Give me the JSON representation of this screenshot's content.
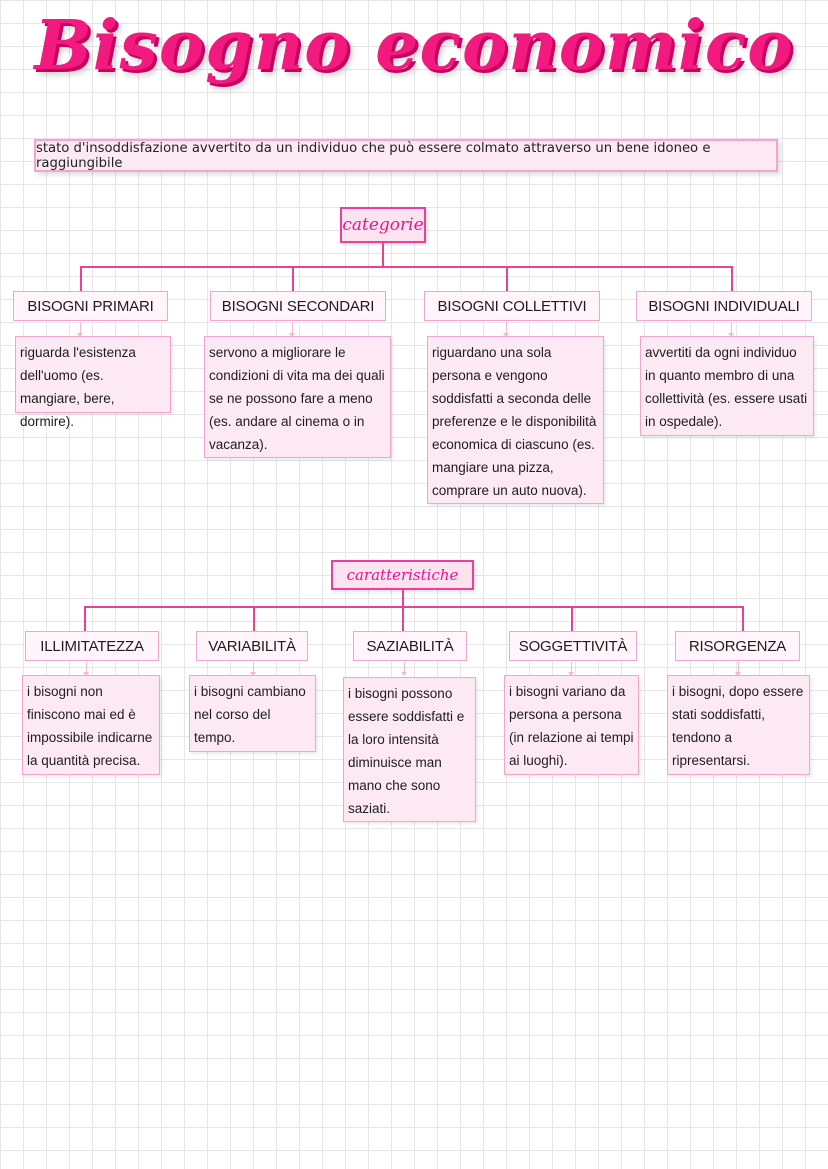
{
  "title": "Bisogno economico",
  "definition": "stato d'insoddisfazione avvertito da un individuo che può essere colmato attraverso un bene idoneo e raggiungibile",
  "categorie": {
    "label": "categorie",
    "items": [
      {
        "heading": "BISOGNI PRIMARI",
        "text": "riguarda l'esistenza dell'uomo (es. mangiare, bere, dormire)."
      },
      {
        "heading": "BISOGNI SECONDARI",
        "text": "servono a migliorare le condizioni di vita ma dei quali se ne possono fare a meno (es. andare al cinema o in vacanza)."
      },
      {
        "heading": "BISOGNI COLLETTIVI",
        "text": "riguardano una sola persona e vengono soddisfatti a seconda delle preferenze e le disponibilità economica di ciascuno (es. mangiare una pizza, comprare un auto nuova)."
      },
      {
        "heading": "BISOGNI INDIVIDUALI",
        "text": "avvertiti da ogni individuo in quanto membro di una collettività (es. essere usati in ospedale)."
      }
    ]
  },
  "caratteristiche": {
    "label": "caratteristiche",
    "items": [
      {
        "heading": "ILLIMITATEZZA",
        "text": "i bisogni non finiscono mai ed è impossibile indicarne la quantità precisa."
      },
      {
        "heading": "VARIABILITÀ",
        "text": "i bisogni cambiano nel corso del tempo."
      },
      {
        "heading": "SAZIABILITÀ",
        "text": "i bisogni possono essere soddisfatti e la loro intensità diminuisce man mano che sono saziati."
      },
      {
        "heading": "SOGGETTIVITÀ",
        "text": "i bisogni variano da persona a persona (in relazione ai tempi ai luoghi)."
      },
      {
        "heading": "RISORGENZA",
        "text": "i bisogni, dopo essere stati soddisfatti, tendono a ripresentarsi."
      }
    ]
  }
}
